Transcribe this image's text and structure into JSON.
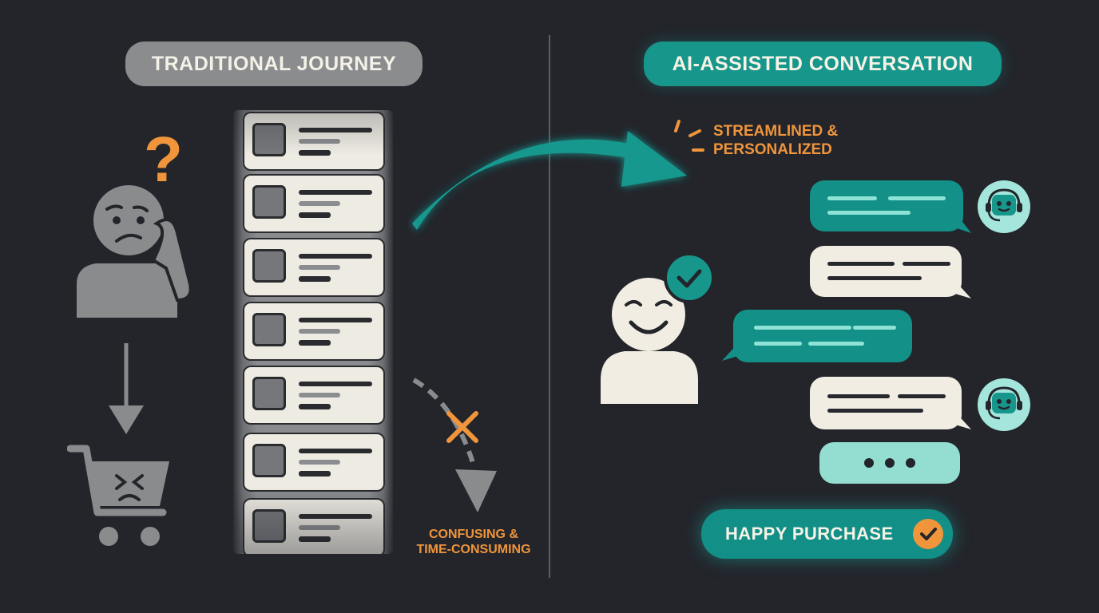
{
  "left": {
    "header": "TRADITIONAL JOURNEY",
    "note_line1": "CONFUSING &",
    "note_line2": "TIME-CONSUMING",
    "question_mark": "?"
  },
  "right": {
    "header": "AI-ASSISTED CONVERSATION",
    "note_line1": "STREAMLINED &",
    "note_line2": "PERSONALIZED",
    "result_label": "HAPPY PURCHASE"
  },
  "colors": {
    "background": "#23252b",
    "gray": "#8b8c8e",
    "teal": "#17968c",
    "cream": "#f1ede3",
    "orange": "#f0953b",
    "mint": "#93ddd1"
  }
}
